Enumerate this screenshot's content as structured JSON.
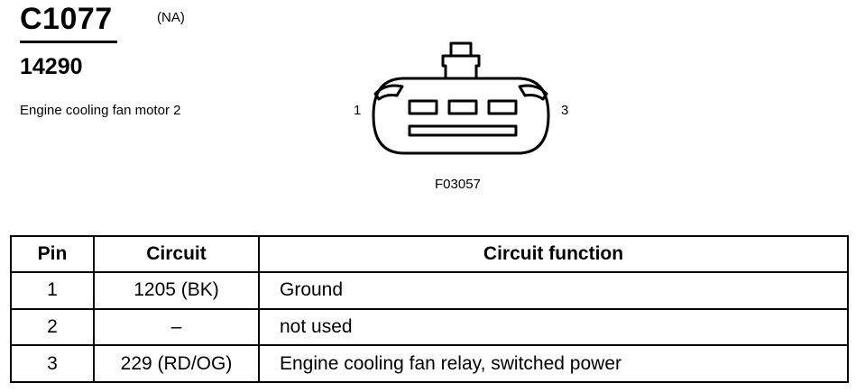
{
  "connector": {
    "id": "C1077",
    "region": "(NA)",
    "part_number": "14290",
    "description": "Engine cooling fan motor 2",
    "pin_label_left": "1",
    "pin_label_right": "3",
    "figure_id": "F03057"
  },
  "table": {
    "headers": {
      "pin": "Pin",
      "circuit": "Circuit",
      "function": "Circuit function"
    },
    "rows": [
      {
        "pin": "1",
        "circuit": "1205 (BK)",
        "function": "Ground"
      },
      {
        "pin": "2",
        "circuit": "–",
        "function": "not used"
      },
      {
        "pin": "3",
        "circuit": "229 (RD/OG)",
        "function": "Engine cooling fan relay, switched power"
      }
    ]
  }
}
